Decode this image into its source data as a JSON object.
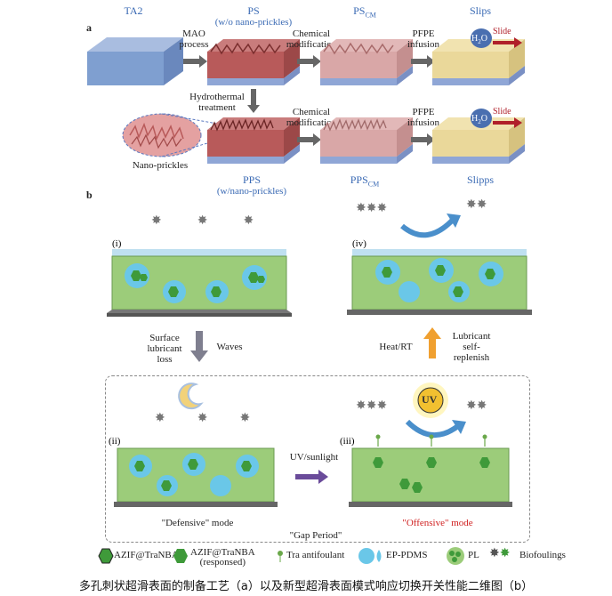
{
  "panel_a": {
    "letter": "a",
    "top_labels": {
      "ta2": "TA2",
      "ps": "PS",
      "ps_sub": "(w/o nano-prickles)",
      "pscm": "PS",
      "pscm_sub": "CM",
      "slips": "Slips"
    },
    "arrows": {
      "mao": "MAO\nprocess",
      "chem1": "Chemical\nmodification",
      "pfpe1": "PFPE\ninfusion",
      "hydro": "Hydrothermal\ntreatment",
      "chem2": "Chemical\nmodification",
      "pfpe2": "PFPE\ninfusion"
    },
    "drops": {
      "h2o": "H",
      "h2o_sub": "2",
      "h2o_end": "O",
      "slide": "Slide"
    },
    "nano_label": "Nano-prickles",
    "bottom_labels": {
      "pps": "PPS",
      "pps_sub": "(w/nano-prickles)",
      "ppscm": "PPS",
      "ppscm_sub": "CM",
      "slipps": "Slipps"
    }
  },
  "panel_b": {
    "letter": "b",
    "stage_i": "(i)",
    "stage_ii": "(ii)",
    "stage_iii": "(iii)",
    "stage_iv": "(iv)",
    "surface_loss": "Surface\nlubricant\nloss",
    "waves": "Waves",
    "heat": "Heat/RT",
    "lubricant_replenish": "Lubricant\nself-\nreplenish",
    "uv_sunlight": "UV/sunlight",
    "uv_badge": "UV",
    "defensive": "\"Defensive\" mode",
    "offensive": "\"Offensive\" mode",
    "gap": "\"Gap Period\""
  },
  "legend": {
    "azif": "AZIF@TraNBA",
    "azif_resp": "AZIF@TraNBA\n(responsed)",
    "tra": "Tra antifoulant",
    "epdms": "EP-PDMS",
    "pl": "PL",
    "bio": "Biofoulings"
  },
  "caption": "多孔刺状超滑表面的制备工艺（a）以及新型超滑表面模式响应切换开关性能二维图（b）",
  "colors": {
    "label_blue": "#3a6ab4",
    "ta2_block": "#7f9fd0",
    "ps_red": "#b85a5a",
    "pscm_pink": "#d9a7a7",
    "slips_yellow": "#ead89a",
    "coating_green": "#9ccc7a",
    "drop_blue": "#4a6fb0",
    "slide_red": "#b0202a",
    "offensive_red": "#d02020"
  }
}
